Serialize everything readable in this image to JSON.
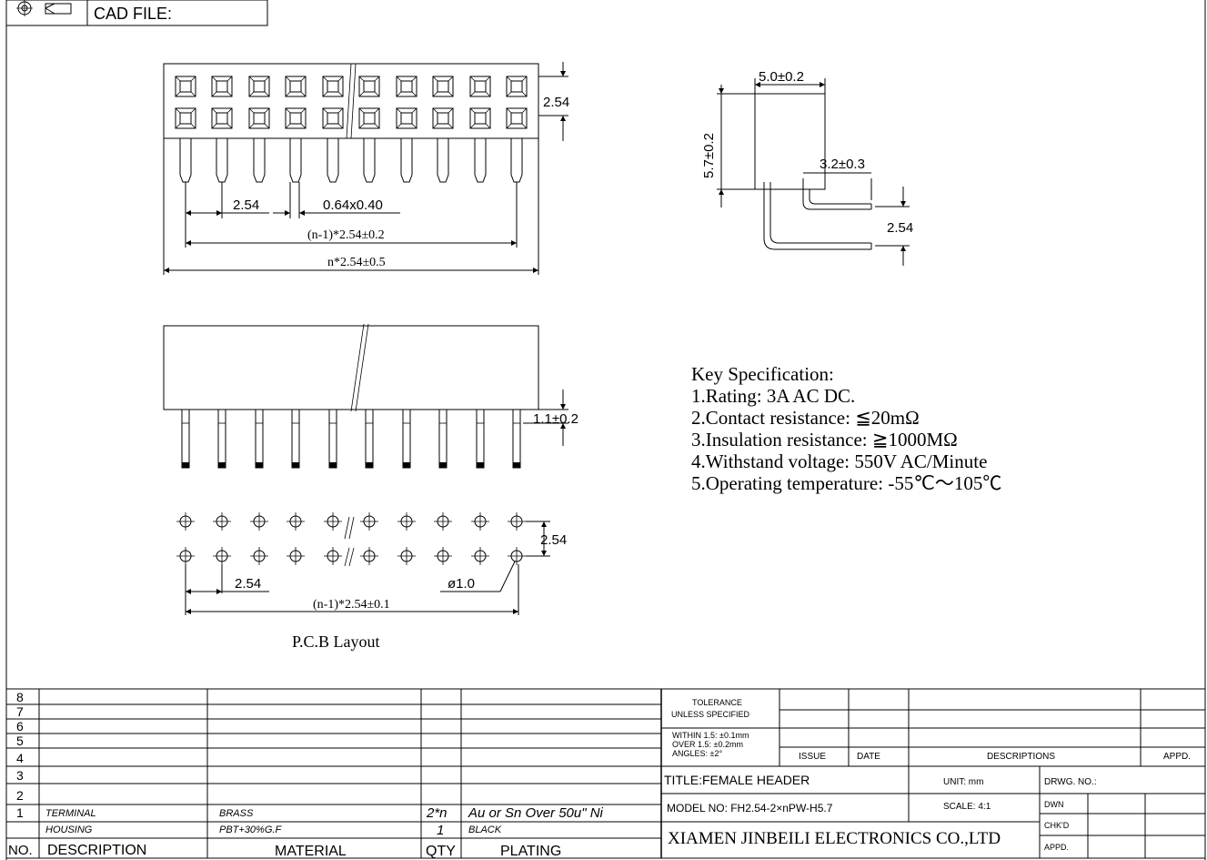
{
  "header": {
    "cad_label": "CAD FILE:"
  },
  "top_view": {
    "pitch_right": "2.54",
    "pitch_bottom": "2.54",
    "pin_size": "0.64x0.40",
    "row_length": "(n-1)*2.54±0.2",
    "overall_length": "n*2.54±0.5"
  },
  "side_view": {
    "width": "5.0±0.2",
    "height": "5.7±0.2",
    "bend": "3.2±0.3",
    "pitch": "2.54"
  },
  "front_view": {
    "tail": "1.1±0.2"
  },
  "pcb_layout": {
    "pitch_right": "2.54",
    "pitch_bottom": "2.54",
    "hole": "ø1.0",
    "row_length": "(n-1)*2.54±0.1",
    "caption": "P.C.B Layout"
  },
  "key_spec": {
    "title": "Key Specification:",
    "lines": [
      "1.Rating: 3A AC DC.",
      "2.Contact resistance: ≦20mΩ",
      "3.Insulation resistance: ≧1000MΩ",
      "4.Withstand voltage: 550V AC/Minute",
      "5.Operating temperature: -55℃〜105℃"
    ]
  },
  "bom": {
    "row_numbers": [
      "8",
      "7",
      "6",
      "5",
      "4",
      "3",
      "2",
      "1"
    ],
    "rows": [
      {
        "desc": "TERMINAL",
        "material": "BRASS",
        "qty": "2*n",
        "plating": "Au or Sn Over 50u\" Ni"
      },
      {
        "desc": "HOUSING",
        "material": "PBT+30%G.F",
        "qty": "1",
        "plating": "BLACK"
      }
    ],
    "headers": {
      "no": "NO.",
      "desc": "DESCRIPTION",
      "material": "MATERIAL",
      "qty": "QTY",
      "plating": "PLATING"
    }
  },
  "title_block": {
    "tolerance_title": "TOLERANCE",
    "tolerance_sub": "UNLESS SPECIFIED",
    "tol_1": "WITHIN 1.5: ±0.1mm",
    "tol_2": "OVER 1.5:  ±0.2mm",
    "tol_3": "ANGLES: ±2°",
    "issue": "ISSUE",
    "date": "DATE",
    "descriptions": "DESCRIPTIONS",
    "appd": "APPD.",
    "title": "TITLE:FEMALE HEADER",
    "unit": "UNIT: mm",
    "drwg_no": "DRWG. NO.:",
    "model": "MODEL NO: FH2.54-2×nPW-H5.7",
    "scale": "SCALE: 4:1",
    "dwn": "DWN",
    "chkd": "CHK'D",
    "appd2": "APPD.",
    "company": "XIAMEN JINBEILI ELECTRONICS CO.,LTD"
  }
}
